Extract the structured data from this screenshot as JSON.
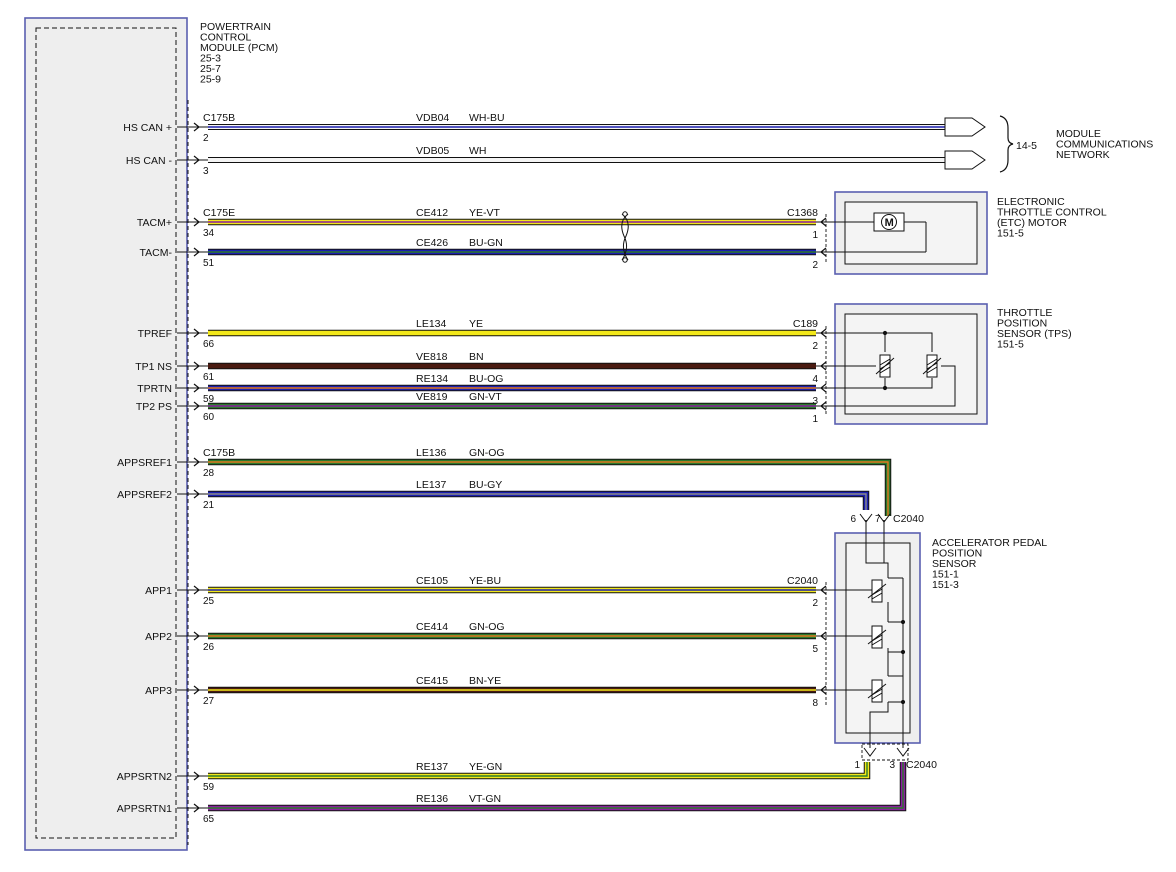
{
  "colors": {
    "module_border": "#5a5fb0",
    "module_fill": "#eeeeee",
    "WH": "#f4f4f4",
    "BU": "#1c1fb0",
    "YE": "#f2e81a",
    "BN": "#4a1a10",
    "GN": "#2c7a2c",
    "OG": "#e07a20",
    "VT": "#8a1f9e",
    "GY": "#8a8a8a",
    "BK": "#111111"
  },
  "pcm": {
    "title_lines": [
      "POWERTRAIN",
      "CONTROL",
      "MODULE (PCM)",
      "25-3",
      "25-7",
      "25-9"
    ]
  },
  "network": {
    "ref": "14-5",
    "label_lines": [
      "MODULE",
      "COMMUNICATIONS",
      "NETWORK"
    ]
  },
  "wires": [
    {
      "signal": "HS CAN +",
      "pcm_pin": "2",
      "connector": "C175B",
      "circuit": "VDB04",
      "color": "WH-BU",
      "end_connector": "",
      "end_pin": ""
    },
    {
      "signal": "HS CAN -",
      "pcm_pin": "3",
      "connector": "",
      "circuit": "VDB05",
      "color": "WH",
      "end_connector": "",
      "end_pin": ""
    },
    {
      "signal": "TACM+",
      "pcm_pin": "34",
      "connector": "C175E",
      "circuit": "CE412",
      "color": "YE-VT",
      "end_connector": "C1368",
      "end_pin": "1"
    },
    {
      "signal": "TACM-",
      "pcm_pin": "51",
      "connector": "",
      "circuit": "CE426",
      "color": "BU-GN",
      "end_connector": "",
      "end_pin": "2"
    },
    {
      "signal": "TPREF",
      "pcm_pin": "66",
      "connector": "",
      "circuit": "LE134",
      "color": "YE",
      "end_connector": "C189",
      "end_pin": "2"
    },
    {
      "signal": "TP1 NS",
      "pcm_pin": "61",
      "connector": "",
      "circuit": "VE818",
      "color": "BN",
      "end_connector": "",
      "end_pin": "4"
    },
    {
      "signal": "TPRTN",
      "pcm_pin": "59",
      "connector": "",
      "circuit": "RE134",
      "color": "BU-OG",
      "end_connector": "",
      "end_pin": "3"
    },
    {
      "signal": "TP2 PS",
      "pcm_pin": "60",
      "connector": "",
      "circuit": "VE819",
      "color": "GN-VT",
      "end_connector": "",
      "end_pin": "1"
    },
    {
      "signal": "APPSREF1",
      "pcm_pin": "28",
      "connector": "C175B",
      "circuit": "LE136",
      "color": "GN-OG",
      "end_connector": "C2040",
      "end_pin": "7"
    },
    {
      "signal": "APPSREF2",
      "pcm_pin": "21",
      "connector": "",
      "circuit": "LE137",
      "color": "BU-GY",
      "end_connector": "",
      "end_pin": "6"
    },
    {
      "signal": "APP1",
      "pcm_pin": "25",
      "connector": "",
      "circuit": "CE105",
      "color": "YE-BU",
      "end_connector": "C2040",
      "end_pin": "2"
    },
    {
      "signal": "APP2",
      "pcm_pin": "26",
      "connector": "",
      "circuit": "CE414",
      "color": "GN-OG",
      "end_connector": "",
      "end_pin": "5"
    },
    {
      "signal": "APP3",
      "pcm_pin": "27",
      "connector": "",
      "circuit": "CE415",
      "color": "BN-YE",
      "end_connector": "",
      "end_pin": "8"
    },
    {
      "signal": "APPSRTN2",
      "pcm_pin": "59",
      "connector": "",
      "circuit": "RE137",
      "color": "YE-GN",
      "end_connector": "C2040",
      "end_pin": "1"
    },
    {
      "signal": "APPSRTN1",
      "pcm_pin": "65",
      "connector": "",
      "circuit": "RE136",
      "color": "VT-GN",
      "end_connector": "",
      "end_pin": "3"
    }
  ],
  "components": {
    "etc": {
      "label_lines": [
        "ELECTRONIC",
        "THROTTLE CONTROL",
        "(ETC) MOTOR",
        "151-5"
      ],
      "motor_symbol": "M"
    },
    "tps": {
      "label_lines": [
        "THROTTLE",
        "POSITION",
        "SENSOR (TPS)",
        "151-5"
      ]
    },
    "apps": {
      "label_lines": [
        "ACCELERATOR PEDAL",
        "POSITION",
        "SENSOR",
        "151-1",
        "151-3"
      ]
    }
  }
}
